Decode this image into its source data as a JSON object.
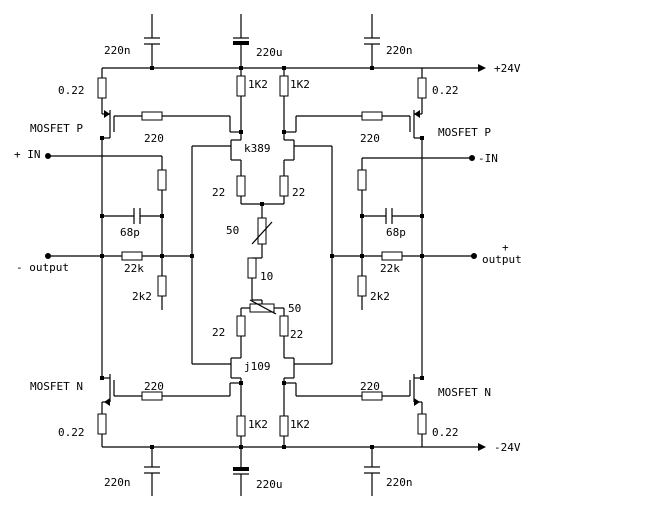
{
  "rails": {
    "positive": "+24V",
    "negative": "-24V"
  },
  "inputs": {
    "plus": "+ IN",
    "minus": "-IN"
  },
  "outputs": {
    "left": "- output",
    "right_sign": "+",
    "right_word": "output"
  },
  "devices": {
    "mosfet_p_left": "MOSFET P",
    "mosfet_p_right": "MOSFET P",
    "mosfet_n_left": "MOSFET N",
    "mosfet_n_right": "MOSFET N",
    "jfet_top": "k389",
    "jfet_bottom": "j109"
  },
  "values": {
    "cap_top_left": "220n",
    "cap_top_mid": "220u",
    "cap_top_right": "220n",
    "cap_bot_left": "220n",
    "cap_bot_mid": "220u",
    "cap_bot_right": "220n",
    "r_src_top_left": "0.22",
    "r_src_top_right": "0.22",
    "r_src_bot_left": "0.22",
    "r_src_bot_right": "0.22",
    "r_load_top_left": "1K2",
    "r_load_top_right": "1K2",
    "r_load_bot_left": "1K2",
    "r_load_bot_right": "1K2",
    "r_gate_top_left": "220",
    "r_gate_top_right": "220",
    "r_gate_bot_left": "220",
    "r_gate_bot_right": "220",
    "r_deg_top_left": "22",
    "r_deg_top_right": "22",
    "r_deg_bot_left": "22",
    "r_deg_bot_right": "22",
    "trim_top": "50",
    "trim_bot": "50",
    "r_mid": "10",
    "cap_fb_left": "68p",
    "cap_fb_right": "68p",
    "r_fb_left": "22k",
    "r_fb_right": "22k",
    "r_shunt_left": "2k2",
    "r_shunt_right": "2k2"
  }
}
